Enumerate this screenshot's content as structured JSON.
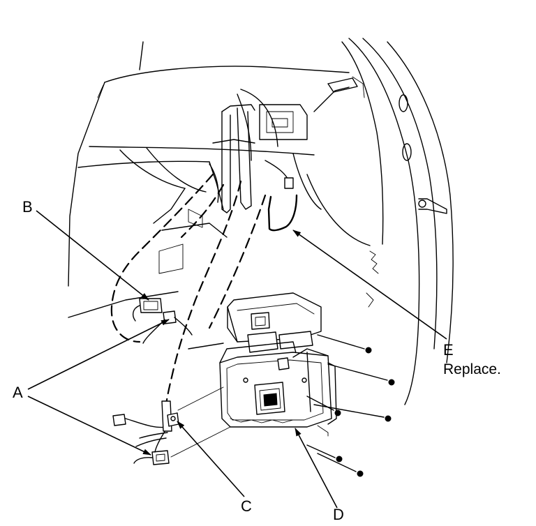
{
  "labels": {
    "a": "A",
    "b": "B",
    "c": "C",
    "d": "D",
    "e": "E"
  },
  "notes": {
    "e_note": "Replace."
  }
}
